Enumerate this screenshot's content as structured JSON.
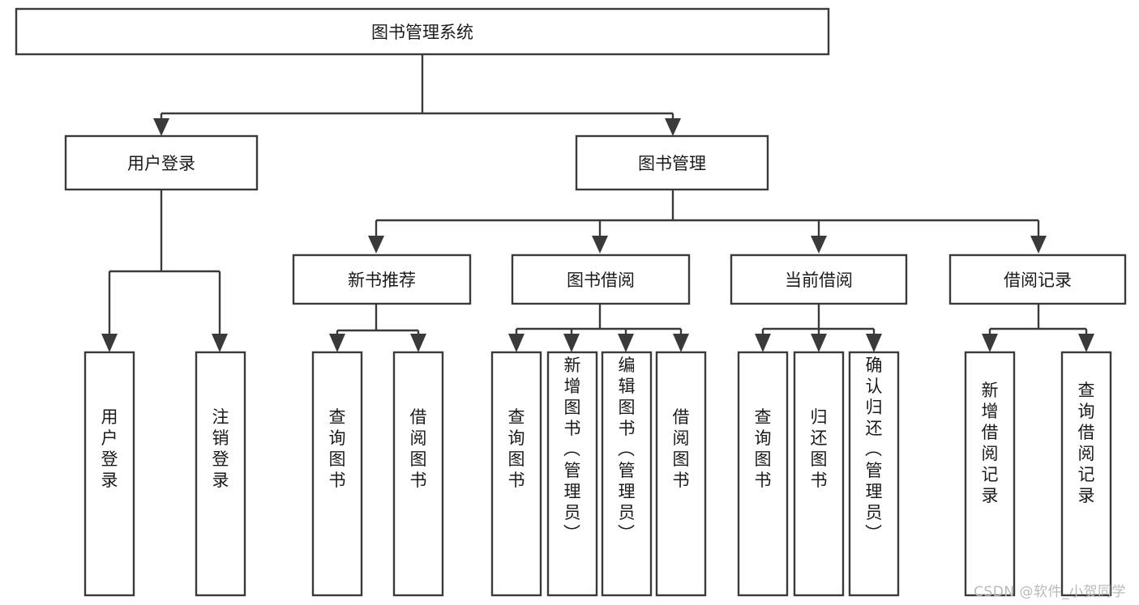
{
  "diagram": {
    "type": "tree-hierarchy",
    "title": "图书管理系统",
    "watermark": "CSDN @软件_小贺同学",
    "colors": {
      "stroke": "#3a3a3a",
      "fill": "#ffffff",
      "text": "#1a1a1a",
      "watermark": "#b9b9b9",
      "background": "#ffffff"
    },
    "levels": {
      "root": {
        "label": "图书管理系统",
        "orientation": "horizontal"
      },
      "level2": [
        {
          "label": "用户登录",
          "orientation": "horizontal"
        },
        {
          "label": "图书管理",
          "orientation": "horizontal"
        }
      ],
      "level3": [
        {
          "label": "新书推荐",
          "orientation": "horizontal"
        },
        {
          "label": "图书借阅",
          "orientation": "horizontal"
        },
        {
          "label": "当前借阅",
          "orientation": "horizontal"
        },
        {
          "label": "借阅记录",
          "orientation": "horizontal"
        }
      ]
    },
    "leaves": {
      "user_login": [
        {
          "label": "用户登录",
          "orientation": "vertical"
        },
        {
          "label": "注销登录",
          "orientation": "vertical"
        }
      ],
      "new_book_recommend": [
        {
          "label": "查询图书",
          "orientation": "vertical"
        },
        {
          "label": "借阅图书",
          "orientation": "vertical"
        }
      ],
      "book_borrow": [
        {
          "label": "查询图书",
          "orientation": "vertical"
        },
        {
          "label": "新增图书（管理员）",
          "orientation": "vertical"
        },
        {
          "label": "编辑图书（管理员）",
          "orientation": "vertical"
        },
        {
          "label": "借阅图书",
          "orientation": "vertical"
        }
      ],
      "current_borrow": [
        {
          "label": "查询图书",
          "orientation": "vertical"
        },
        {
          "label": "归还图书",
          "orientation": "vertical"
        },
        {
          "label": "确认归还（管理员）",
          "orientation": "vertical"
        }
      ],
      "borrow_record": [
        {
          "label": "新增借阅记录",
          "orientation": "vertical"
        },
        {
          "label": "查询借阅记录",
          "orientation": "vertical"
        }
      ]
    }
  }
}
